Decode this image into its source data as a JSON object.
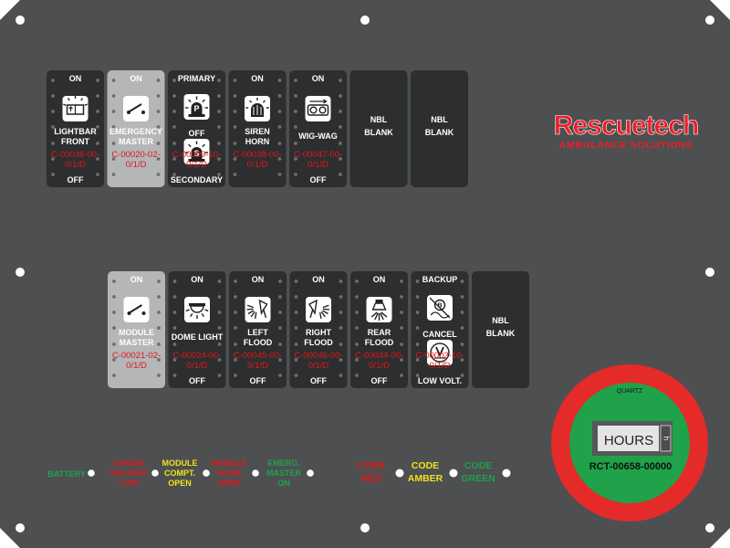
{
  "brand": {
    "name": "Rescuetech",
    "tagline": "AMBULANCE SOLUTIONS",
    "color": "#e8202a"
  },
  "colors": {
    "panel": "#4d4f51",
    "switch_dark": "#2d2e30",
    "switch_light": "#b4b6b8",
    "part_number": "#e01818",
    "dot": "#ffffff"
  },
  "top_row": [
    {
      "id": "lightbar-front",
      "top": "ON",
      "name": [
        "LIGHTBAR",
        "FRONT"
      ],
      "bottom": "OFF",
      "part": [
        "C-00036-00-",
        "0/1/D"
      ],
      "icon": "lightbar-icon",
      "style": "dark"
    },
    {
      "id": "emergency-master",
      "top": "ON",
      "name": [
        "EMERGENCY",
        "MASTER"
      ],
      "bottom": "",
      "part": [
        "C-00020-02-",
        "0/1/D"
      ],
      "icon": "master-switch-icon",
      "style": "light"
    },
    {
      "id": "beacon-primary-secondary",
      "top": "PRIMARY",
      "name": [
        "OFF"
      ],
      "bottom": "SECONDARY",
      "part": [
        "C-00009-10-",
        "0/1/D"
      ],
      "icon": "beacon-p-icon",
      "icon2": "beacon-s-icon",
      "style": "dark"
    },
    {
      "id": "siren-horn",
      "top": "ON",
      "name": [
        "SIREN",
        "HORN"
      ],
      "bottom": "",
      "part": [
        "C-00038-00-",
        "0/1/D"
      ],
      "icon": "siren-icon",
      "style": "dark"
    },
    {
      "id": "wig-wag",
      "top": "ON",
      "name": [
        "WIG-WAG"
      ],
      "bottom": "OFF",
      "part": [
        "C-00047-00-",
        "0/1/D"
      ],
      "icon": "wig-wag-icon",
      "style": "dark"
    },
    {
      "id": "nbl-blank-1",
      "blank": [
        "NBL",
        "BLANK"
      ],
      "style": "dark"
    },
    {
      "id": "nbl-blank-2",
      "blank": [
        "NBL",
        "BLANK"
      ],
      "style": "dark"
    }
  ],
  "bottom_row": [
    {
      "id": "module-master",
      "top": "ON",
      "name": [
        "MODULE",
        "MASTER"
      ],
      "bottom": "",
      "part": [
        "C-00021-02-",
        "0/1/D"
      ],
      "icon": "master-switch-icon",
      "style": "light"
    },
    {
      "id": "dome-light",
      "top": "ON",
      "name": [
        "DOME LIGHT"
      ],
      "bottom": "OFF",
      "part": [
        "C-00024-00-",
        "0/1/D"
      ],
      "icon": "dome-light-icon",
      "style": "dark"
    },
    {
      "id": "left-flood",
      "top": "ON",
      "name": [
        "LEFT",
        "FLOOD"
      ],
      "bottom": "OFF",
      "part": [
        "C-00045-00-",
        "0/1/D"
      ],
      "icon": "left-flood-icon",
      "style": "dark"
    },
    {
      "id": "right-flood",
      "top": "ON",
      "name": [
        "RIGHT",
        "FLOOD"
      ],
      "bottom": "OFF",
      "part": [
        "C-00046-00-",
        "0/1/D"
      ],
      "icon": "right-flood-icon",
      "style": "dark"
    },
    {
      "id": "rear-flood",
      "top": "ON",
      "name": [
        "REAR",
        "FLOOD"
      ],
      "bottom": "OFF",
      "part": [
        "C-00044-00-",
        "0/1/D"
      ],
      "icon": "rear-flood-icon",
      "style": "dark"
    },
    {
      "id": "backup-cancel",
      "top": "BACKUP",
      "name": [
        "CANCEL"
      ],
      "bottom": "LOW VOLT.",
      "part": [
        "C-00003-10-",
        "0/1/D"
      ],
      "icon": "backup-alarm-icon",
      "icon2": "low-voltage-icon",
      "style": "dark"
    },
    {
      "id": "nbl-blank-3",
      "blank": [
        "NBL",
        "BLANK"
      ],
      "style": "dark"
    }
  ],
  "indicators": [
    {
      "id": "battery",
      "lines": [
        "BATTERY"
      ],
      "color": "#1fa24a"
    },
    {
      "id": "chassis-voltage-low",
      "lines": [
        "CHASSI",
        "VOLTAGE",
        "LOW"
      ],
      "color": "#e01818"
    },
    {
      "id": "module-compt-open",
      "lines": [
        "MODULE",
        "COMPT.",
        "OPEN"
      ],
      "color": "#f0e21a"
    },
    {
      "id": "module-door-open",
      "lines": [
        "MODULE",
        "DOOR",
        "OPEN"
      ],
      "color": "#e01818"
    },
    {
      "id": "emerg-master-on",
      "lines": [
        "EMERG.",
        "MASTER",
        "ON"
      ],
      "color": "#1fa24a"
    }
  ],
  "codes": [
    {
      "id": "code-red",
      "lines": [
        "CODE",
        "RED"
      ],
      "color": "#e01818"
    },
    {
      "id": "code-amber",
      "lines": [
        "CODE",
        "AMBER"
      ],
      "color": "#f0e21a"
    },
    {
      "id": "code-green",
      "lines": [
        "CODE",
        "GREEN"
      ],
      "color": "#1fa24a"
    }
  ],
  "meter": {
    "brand": "QUARTZ",
    "label": "HOURS",
    "unit": "h",
    "part": "RCT-00658-00000",
    "ring_color": "#e52a2a",
    "face_color": "#1fa24a"
  }
}
